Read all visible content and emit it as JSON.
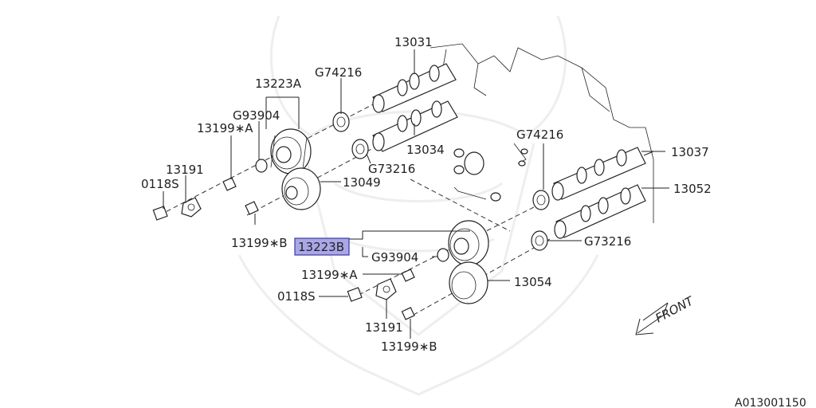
{
  "labels": {
    "p13031": "13031",
    "p13223a": "13223A",
    "p13223b": "13223B",
    "g74216_a": "G74216",
    "g74216_b": "G74216",
    "g93904_a": "G93904",
    "g93904_b": "G93904",
    "p13199a_1": "13199∗A",
    "p13199a_2": "13199∗A",
    "p13199b_1": "13199∗B",
    "p13199b_2": "13199∗B",
    "p13191_1": "13191",
    "p13191_2": "13191",
    "p0118s_1": "0118S",
    "p0118s_2": "0118S",
    "p13034": "13034",
    "p13037": "13037",
    "p13052": "13052",
    "p13049": "13049",
    "p13054": "13054",
    "g73216_a": "G73216",
    "g73216_b": "G73216",
    "front": "FRONT",
    "code": "A013001150"
  },
  "colors": {
    "highlight_fill": "#a9a7e6",
    "highlight_stroke": "#3b3aa0",
    "watermark": "#eeeeee"
  }
}
